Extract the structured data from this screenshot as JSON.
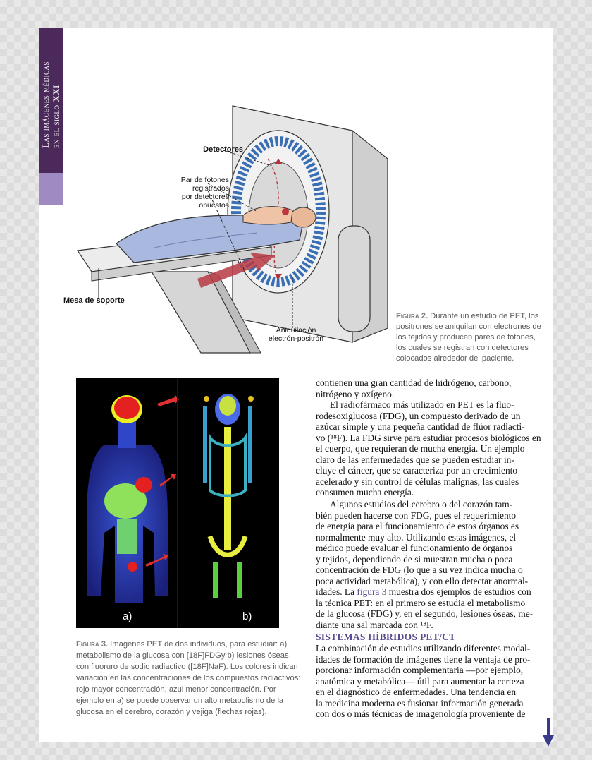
{
  "side_tab": {
    "line1": "Las imágenes médicas",
    "line2": "en el siglo XXI"
  },
  "figure2": {
    "labels": {
      "detectors": "Detectores",
      "photon_pair": [
        "Par de fotones",
        "registrados",
        "por detectores",
        "opuestos"
      ],
      "table": "Mesa de soporte",
      "annihilation": [
        "Aniquilación",
        "electrón-positrón"
      ]
    },
    "caption_num": "Figura 2.",
    "caption_lines": [
      " Durante un estudio de PET, los",
      "positrones se aniquilan con electrones de",
      "los tejidos y producen pares de fotones,",
      "los cuales se registran con detectores",
      "colocados alrededor del paciente."
    ]
  },
  "figure3": {
    "label_a": "a)",
    "label_b": "b)",
    "caption_num": "Figura 3.",
    "caption_lines": [
      " Imágenes PET de dos individuos, para estudiar: a)",
      "metabolismo de la glucosa con [18F]FDGy b) lesiones óseas",
      "con fluoruro de sodio radiactivo ([18F]NaF). Los colores indican",
      "variación en las concentraciones de los compuestos radiactivos:",
      "rojo mayor concentración, azul menor concentración. Por",
      "ejemplo en a) se puede observar un alto metabolismo de la",
      "glucosa en el cerebro, corazón y vejiga (flechas rojas)."
    ]
  },
  "body": {
    "para1_lines": [
      "contienen una gran cantidad de hidrógeno, carbono,",
      "nitrógeno y oxígeno."
    ],
    "para2_lines": [
      "El radiofármaco más utilizado en PET es la fluo-",
      "rodesoxiglucosa (FDG), un compuesto derivado de un",
      "azúcar simple y una pequeña cantidad de flúor radiacti-",
      "vo (¹⁸F). La FDG sirve para estudiar procesos biológicos en",
      "el cuerpo, que requieran de mucha energía. Un ejemplo",
      "claro de las enfermedades que se pueden estudiar in-",
      "cluye el cáncer, que se caracteriza por un crecimiento",
      "acelerado y sin control de células malignas, las cuales",
      "consumen mucha energía."
    ],
    "para3_lines": [
      "Algunos estudios del cerebro o del corazón tam-",
      "bién pueden hacerse con FDG, pues el requerimiento",
      "de energía para el funcionamiento de estos órganos es",
      "normalmente muy alto. Utilizando estas imágenes, el",
      "médico puede evaluar el funcionamiento de órganos",
      "y tejidos, dependiendo de si muestran mucha o poca",
      "concentración de FDG (lo que a su vez indica mucha o",
      "poca actividad metabólica), y con ello detectar anormal-"
    ],
    "para3_link_pre": "idades. La ",
    "para3_link": "figura 3",
    "para3_link_post": " muestra dos ejemplos de estudios con",
    "para3_tail_lines": [
      "la técnica PET: en el primero se estudia el metabolismo",
      "de la glucosa (FDG) y, en el segundo, lesiones óseas, me-",
      "diante una sal marcada con ¹⁸F."
    ],
    "section_title": "SISTEMAS HÍBRIDOS PET/CT",
    "para4_lines": [
      "La combinación de estudios utilizando diferentes modal-",
      "idades de formación de imágenes tiene la ventaja de pro-",
      "porcionar información complementaria —por ejemplo,",
      "anatómica y metabólica— útil para aumentar la certeza",
      "en el diagnóstico de enfermedades. Una tendencia en",
      "la medicina moderna es fusionar información generada",
      "con dos o más técnicas de imagenología proveniente de"
    ]
  }
}
